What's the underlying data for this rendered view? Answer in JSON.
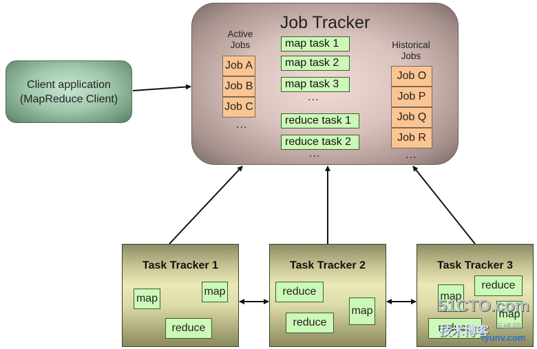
{
  "client": {
    "line1": "Client application",
    "line2": "(MapReduce Client)"
  },
  "job_tracker": {
    "title": "Job Tracker",
    "active_jobs_label_1": "Active",
    "active_jobs_label_2": "Jobs",
    "active_jobs": [
      "Job A",
      "Job B",
      "Job C"
    ],
    "active_more": "...",
    "map_tasks": [
      "map task 1",
      "map task 2",
      "map task 3"
    ],
    "map_more": "...",
    "reduce_tasks": [
      "reduce task 1",
      "reduce task 2"
    ],
    "reduce_more": "...",
    "historical_jobs_label_1": "Historical",
    "historical_jobs_label_2": "Jobs",
    "historical_jobs": [
      "Job O",
      "Job P",
      "Job Q",
      "Job R"
    ],
    "historical_more": "..."
  },
  "task_trackers": [
    {
      "title": "Task Tracker 1",
      "slots": [
        "map",
        "map",
        "reduce"
      ]
    },
    {
      "title": "Task Tracker 2",
      "slots": [
        "reduce",
        "reduce",
        "map"
      ]
    },
    {
      "title": "Task Tracker 3",
      "slots": [
        "reduce",
        "map",
        "reduce",
        "map"
      ]
    }
  ],
  "watermark": {
    "site": "51CTO.com",
    "blog": "技术博客",
    "sub1": "运维网",
    "sub2": "iyunv.com"
  },
  "colors": {
    "task_green": "#ccf8b8",
    "job_orange": "#fbc593",
    "tracker_olive": "#c4c290",
    "jobtracker_rose": "#d9c2bd",
    "client_green": "#a2c8ad"
  }
}
